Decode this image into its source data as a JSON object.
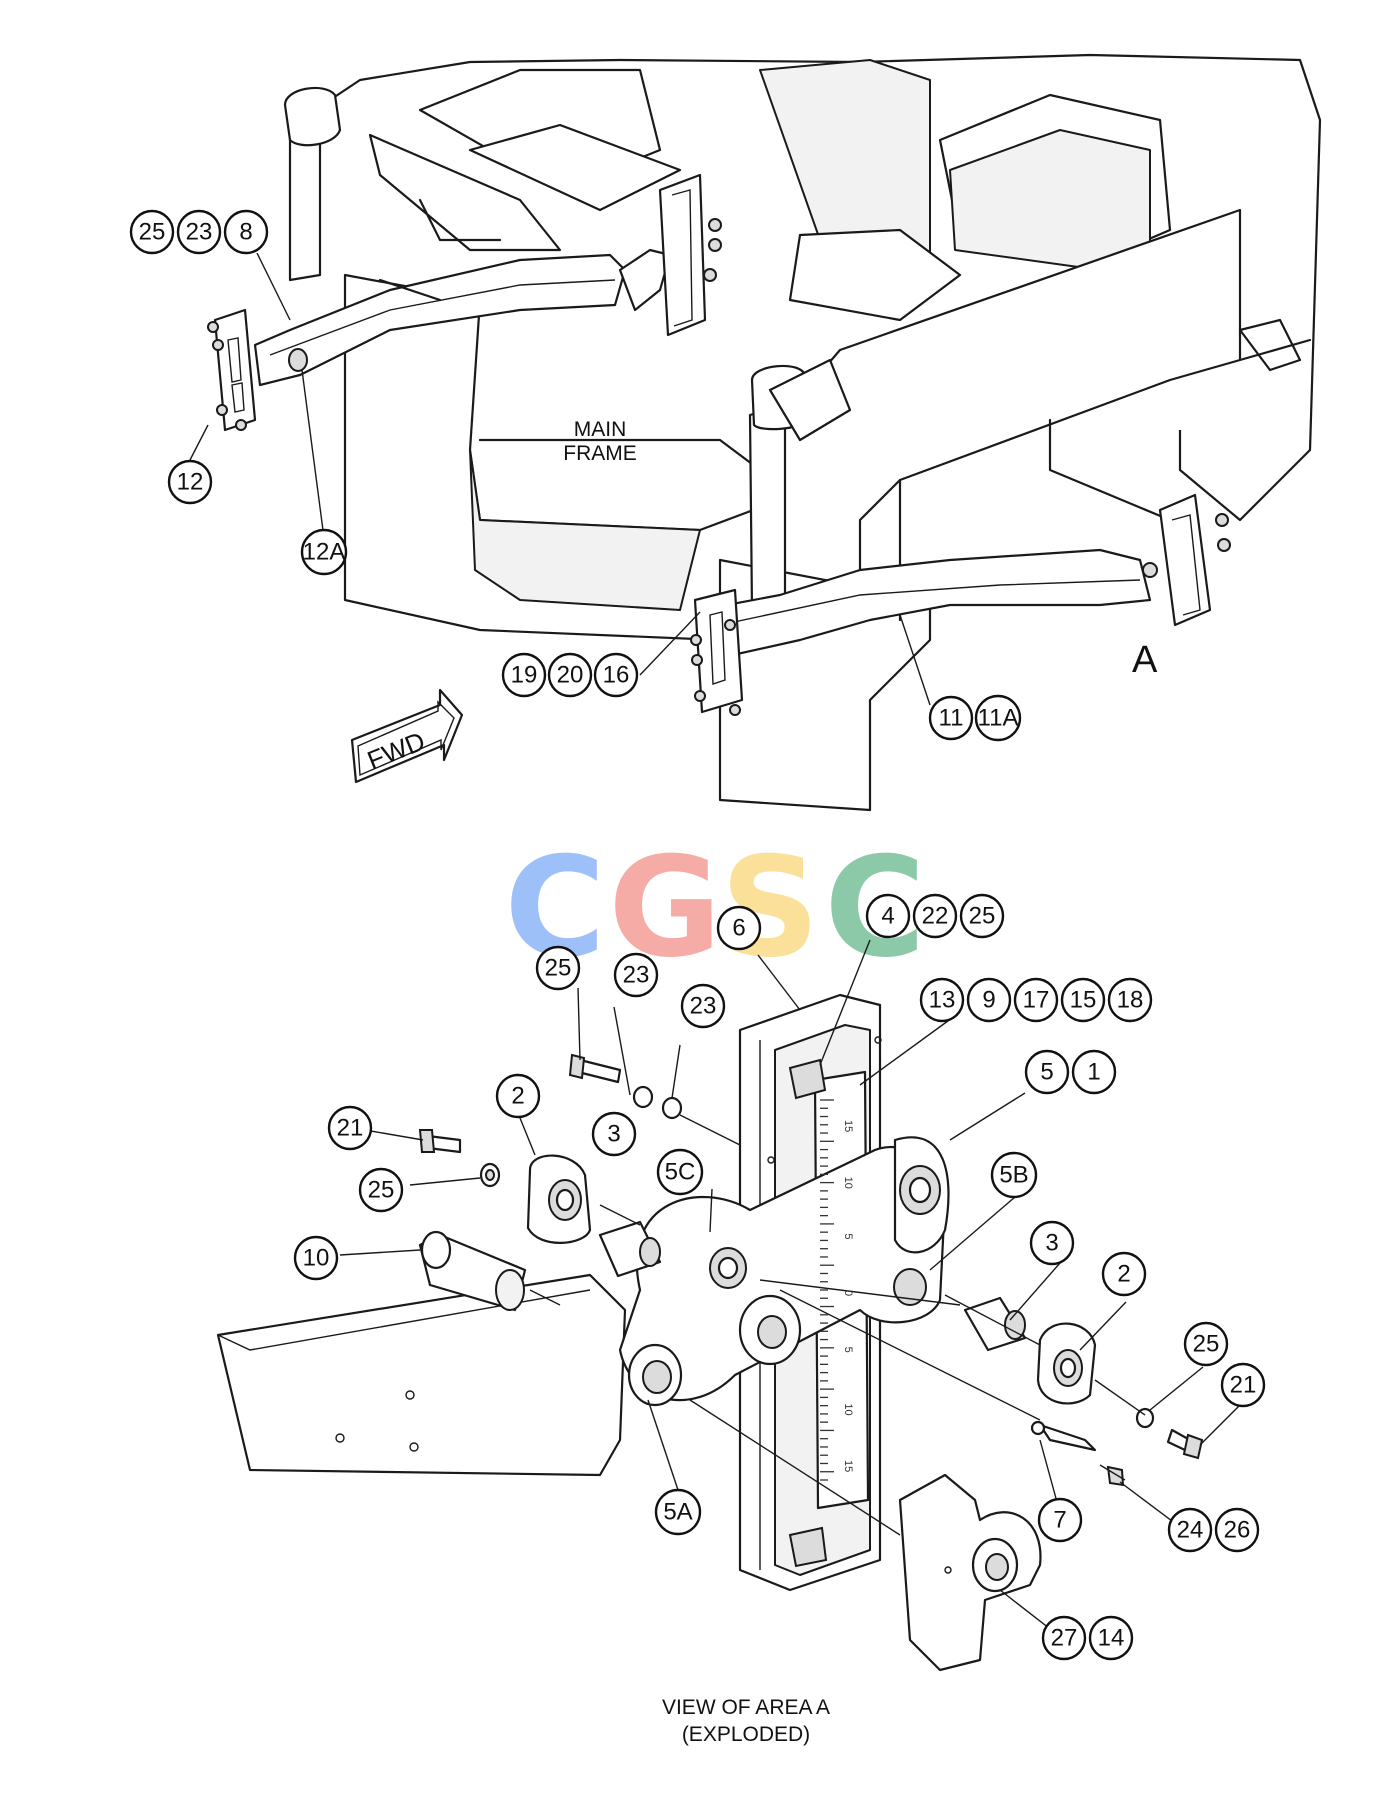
{
  "labels": {
    "main_frame_line1": "MAIN",
    "main_frame_line2": "FRAME",
    "area_letter": "A",
    "fwd": "FWD",
    "view_line1": "VIEW OF AREA A",
    "view_line2": "(EXPLODED)"
  },
  "watermark": {
    "letters": [
      "C",
      "G",
      "S",
      "C"
    ],
    "colors": [
      "#4f8ef5",
      "#ef6a5e",
      "#f6c744",
      "#2e9e63"
    ]
  },
  "callouts": {
    "c25_top": "25",
    "c23_top": "23",
    "c8": "8",
    "c12": "12",
    "c12a": "12A",
    "c19": "19",
    "c20": "20",
    "c16": "16",
    "c11": "11",
    "c11a": "11A",
    "c6": "6",
    "c4": "4",
    "c22": "22",
    "c25_b": "25",
    "c13": "13",
    "c9": "9",
    "c17": "17",
    "c15": "15",
    "c18": "18",
    "c25_c": "25",
    "c23_b": "23",
    "c23_c": "23",
    "c5": "5",
    "c1": "1",
    "c21_left": "21",
    "c2_left": "2",
    "c3_left": "3",
    "c25_left": "25",
    "c5c": "5C",
    "c5b": "5B",
    "c10": "10",
    "c3_right": "3",
    "c2_right": "2",
    "c25_right": "25",
    "c21_right": "21",
    "c5a": "5A",
    "c7": "7",
    "c24": "24",
    "c26": "26",
    "c27": "27",
    "c14": "14"
  },
  "scale_numbers": [
    "15",
    "10",
    "5",
    "0",
    "5",
    "10",
    "15"
  ]
}
